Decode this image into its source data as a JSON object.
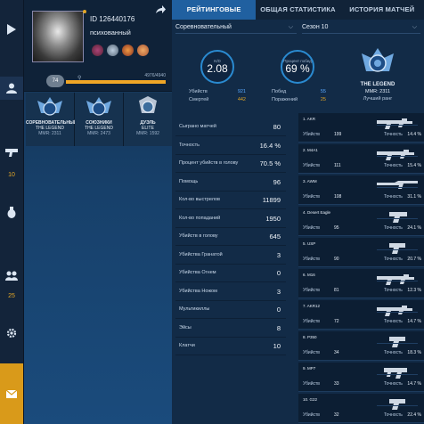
{
  "profile": {
    "id": "ID 126440176",
    "name": "психованный",
    "level": "74",
    "xp_text": "4976/4940",
    "xp_fraction": 1.0
  },
  "rank_cards": [
    {
      "mode": "СОРЕВНОВАТЕЛЬНЫЙ",
      "rank": "THE LEGEND",
      "mmr": "MMR: 2311"
    },
    {
      "mode": "СОЮЗНИКИ",
      "rank": "THE LEGEND",
      "mmr": "MMR: 2473"
    },
    {
      "mode": "ДУЭЛЬ",
      "rank": "ELITE",
      "mmr": "MMR: 1592"
    }
  ],
  "sidebar": {
    "weapons_count": "10",
    "friends_count": "25"
  },
  "tabs": [
    "РЕЙТИНГОВЫЕ",
    "ОБЩАЯ СТАТИСТИКА",
    "ИСТОРИЯ МАТЧЕЙ"
  ],
  "filters": {
    "mode": "Соревновательный",
    "season": "Сезон 10"
  },
  "summary": {
    "kd_label": "K/D",
    "kd_value": "2.08",
    "kills_label": "Убийств",
    "kills_value": "921",
    "deaths_label": "Смертей",
    "deaths_value": "442",
    "winrate_label": "Процент побед",
    "winrate_value": "69 %",
    "wins_label": "Побед",
    "wins_value": "55",
    "losses_label": "Поражений",
    "losses_value": "25",
    "rank_name": "THE LEGEND",
    "rank_mmr": "MMR: 2311",
    "rank_caption": "Лучший ранг"
  },
  "stats": [
    {
      "label": "Сыграно матчей",
      "value": "80"
    },
    {
      "label": "Точность",
      "value": "16.4 %"
    },
    {
      "label": "Процент убийств в голову",
      "value": "70.5 %"
    },
    {
      "label": "Помощь",
      "value": "96"
    },
    {
      "label": "Кол-во выстрелов",
      "value": "11899"
    },
    {
      "label": "Кол-во попаданий",
      "value": "1950"
    },
    {
      "label": "Убийств в голову",
      "value": "645"
    },
    {
      "label": "Убийства Гранатой",
      "value": "3"
    },
    {
      "label": "Убийства Огнем",
      "value": "0"
    },
    {
      "label": "Убийства Ножом",
      "value": "3"
    },
    {
      "label": "Мультикиллы",
      "value": "0"
    },
    {
      "label": "Эйсы",
      "value": "8"
    },
    {
      "label": "Клатчи",
      "value": "10"
    }
  ],
  "weapon_labels": {
    "kills": "Убийств",
    "accuracy": "Точность"
  },
  "weapons": [
    {
      "name": "1. AKR",
      "kills": "199",
      "accuracy": "14.4 %"
    },
    {
      "name": "2. M4A1",
      "kills": "111",
      "accuracy": "15.4 %"
    },
    {
      "name": "3. AWM",
      "kills": "108",
      "accuracy": "31.1 %"
    },
    {
      "name": "4. Desert Eagle",
      "kills": "95",
      "accuracy": "24.1 %"
    },
    {
      "name": "5. USP",
      "kills": "90",
      "accuracy": "20.7 %"
    },
    {
      "name": "6. M16",
      "kills": "81",
      "accuracy": "12.3 %"
    },
    {
      "name": "7. AKR12",
      "kills": "72",
      "accuracy": "14.7 %"
    },
    {
      "name": "8. P350",
      "kills": "34",
      "accuracy": "18.3 %"
    },
    {
      "name": "9. MP7",
      "kills": "33",
      "accuracy": "14.7 %"
    },
    {
      "name": "10. G22",
      "kills": "32",
      "accuracy": "22.4 %"
    }
  ],
  "colors": {
    "accent": "#2060a0",
    "gold": "#e2a626",
    "blue_value": "#58a8ff"
  }
}
